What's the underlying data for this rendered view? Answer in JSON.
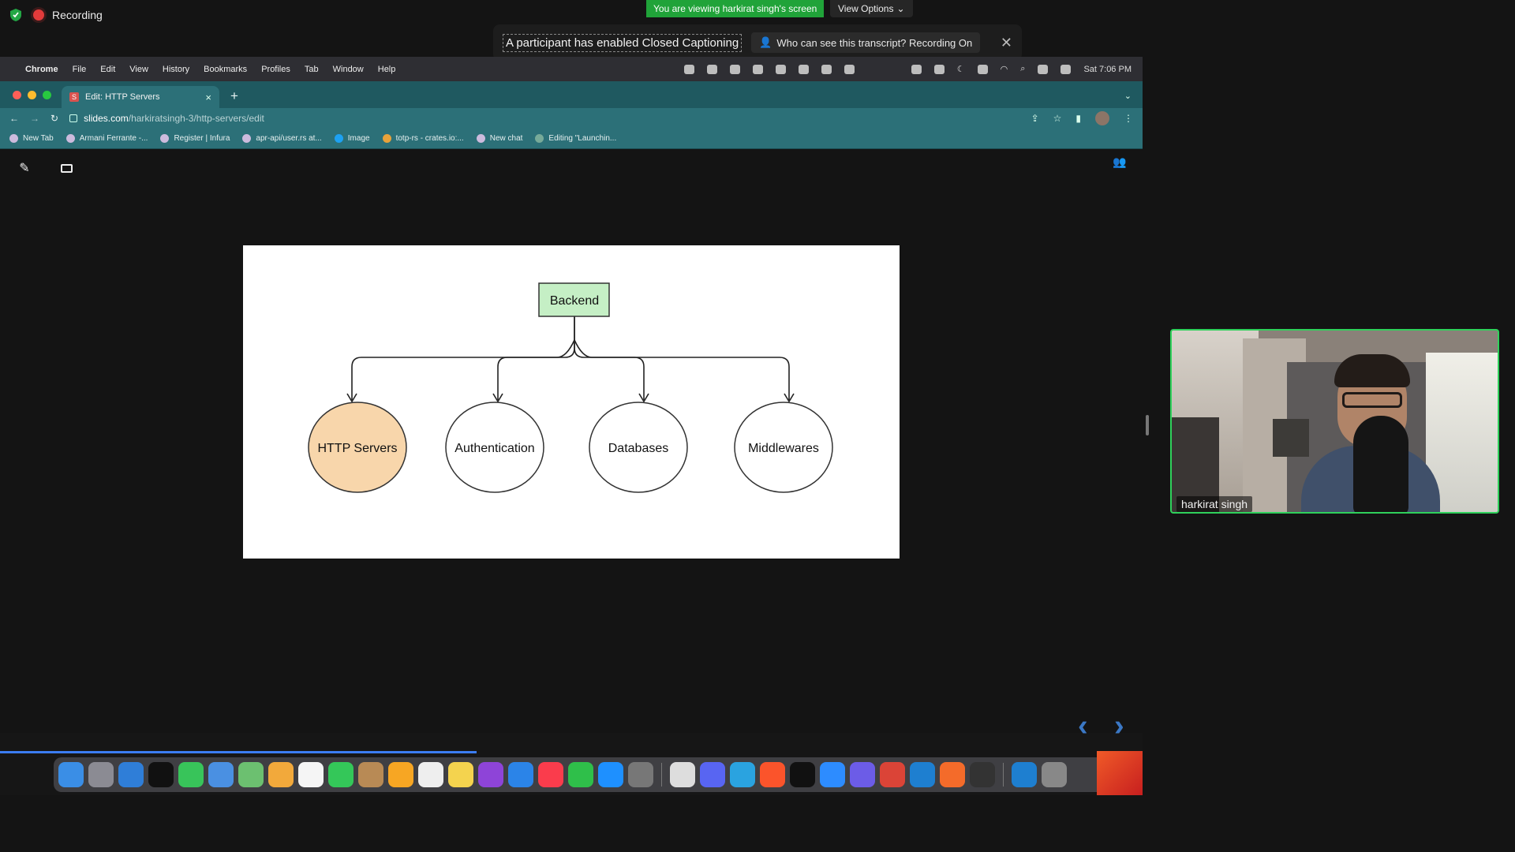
{
  "zoom": {
    "recording_label": "Recording",
    "viewing_banner": "You are viewing harkirat singh's screen",
    "view_options_label": "View Options",
    "cc_notice": "A participant has enabled Closed Captioning",
    "transcript_label": "Who can see this transcript? Recording On"
  },
  "menubar": {
    "app": "Chrome",
    "items": [
      "File",
      "Edit",
      "View",
      "History",
      "Bookmarks",
      "Profiles",
      "Tab",
      "Window",
      "Help"
    ],
    "clock": "Sat 7:06 PM"
  },
  "browser": {
    "tab_title": "Edit: HTTP Servers",
    "tab_favicon": "S",
    "url_host": "slides.com",
    "url_path": "/harkiratsingh-3/http-servers/edit",
    "bookmarks": [
      "New Tab",
      "Armani Ferrante -...",
      "Register | Infura",
      "apr-api/user.rs at...",
      "Image",
      "totp-rs - crates.io:...",
      "New chat",
      "Editing \"Launchin..."
    ]
  },
  "slide": {
    "root": "Backend",
    "children": [
      "HTTP Servers",
      "Authentication",
      "Databases",
      "Middlewares"
    ],
    "highlight_color": "#f8d6ab",
    "root_color": "#c5efc5"
  },
  "video": {
    "participant_name": "harkirat singh"
  }
}
